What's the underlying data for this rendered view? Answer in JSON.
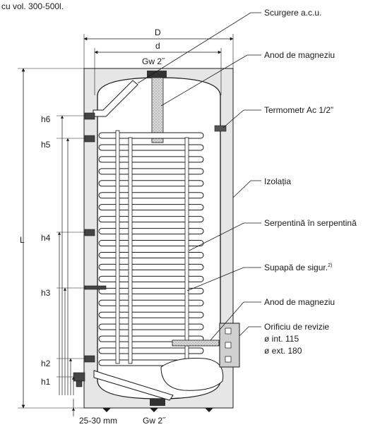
{
  "caption": "cu vol. 300-500l.",
  "dimensions": {
    "D": "D",
    "d": "d",
    "gw_top": "Gw 2˝",
    "L": "L",
    "h6": "h6",
    "h5": "h5",
    "h4": "h4",
    "h3": "h3",
    "h2": "h2",
    "h1": "h1",
    "feet": "25-30 mm",
    "gw_bottom": "Gw 2˝"
  },
  "labels": {
    "scurgere": "Scurgere a.c.u.",
    "anod_top": "Anod de magneziu",
    "termometr": "Termometr Ac 1/2”",
    "izolatia": "Izolația",
    "serpentina": "Serpentină în serpentină",
    "supapa": "Supapă de sigur.",
    "supapa_sup": "2)",
    "anod_bottom": "Anod de magneziu",
    "orificiu": "Orificiu de revizie",
    "orificiu_int": "ø int. 115",
    "orificiu_ext": "ø ext. 180"
  },
  "colors": {
    "insulation": "#e6e6e6",
    "outline": "#1a1a1a",
    "anode": "#d9d9d9",
    "coil": "#ffffff"
  }
}
